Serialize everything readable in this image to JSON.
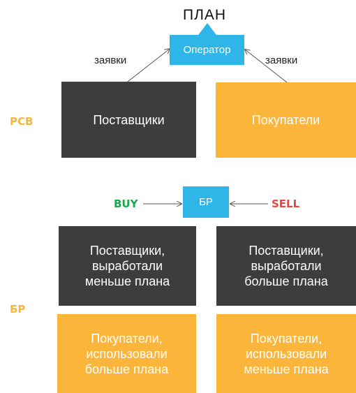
{
  "top": {
    "plan_label": "ПЛАН",
    "operator": "Оператор",
    "requests_left": "заявки",
    "requests_right": "заявки",
    "suppliers": "Поставщики",
    "buyers": "Покупатели",
    "side_label": "РСВ"
  },
  "bottom": {
    "side_label": "БР",
    "center": "БР",
    "buy": "BUY",
    "sell": "SELL",
    "suppliers_less": "Поставщики,\nвыработали\nменьше плана",
    "suppliers_more": "Поставщики,\nвыработали\nбольше плана",
    "buyers_more": "Покупатели,\nиспользовали\nбольше плана",
    "buyers_less": "Покупатели,\nиспользовали\nменьше плана"
  },
  "colors": {
    "dark": "#3d3d3d",
    "orange": "#fbb53b",
    "blue": "#2eb6e8",
    "buy_green": "#1aa84a",
    "sell_red": "#e8453c"
  },
  "icons": {
    "plan_pointer": "triangle-up-icon"
  }
}
